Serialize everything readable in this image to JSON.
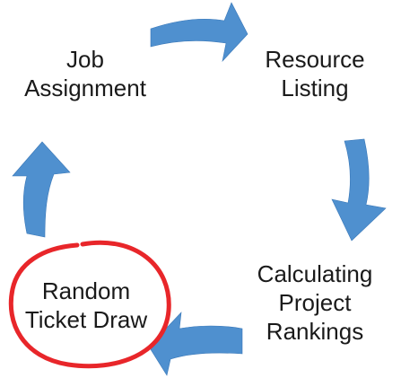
{
  "diagram": {
    "nodes": {
      "job_assignment": {
        "lines": [
          "Job",
          "Assignment"
        ]
      },
      "resource_listing": {
        "lines": [
          "Resource",
          "Listing"
        ]
      },
      "calculating_rankings": {
        "lines": [
          "Calculating",
          "Project",
          "Rankings"
        ]
      },
      "random_ticket_draw": {
        "lines": [
          "Random",
          "Ticket Draw"
        ],
        "highlighted": true
      }
    },
    "flow": [
      "job_assignment",
      "resource_listing",
      "calculating_rankings",
      "random_ticket_draw",
      "job_assignment"
    ],
    "colors": {
      "arrow": "#4f90cf",
      "arrow_dark": "#3a78b8",
      "highlight": "#e8262a",
      "text": "#1a1a1a"
    }
  }
}
